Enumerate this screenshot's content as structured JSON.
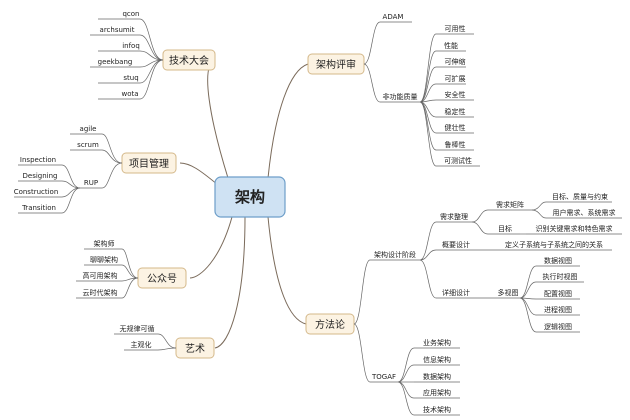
{
  "center": {
    "label": "架构"
  },
  "branches": {
    "tech_conf": {
      "label": "技术大会",
      "items": [
        "qcon",
        "archsumit",
        "infoq",
        "geekbang",
        "stuq",
        "wota"
      ]
    },
    "project": {
      "label": "项目管理",
      "agile": "agile",
      "scrum": "scrum",
      "rup": "RUP",
      "rup_items": [
        "Inspection",
        "Designing",
        "Construction",
        "Transition"
      ]
    },
    "wechat": {
      "label": "公众号",
      "items": [
        "架构师",
        "聊聊架构",
        "高可用架构",
        "云时代架构"
      ]
    },
    "art": {
      "label": "艺术",
      "items": [
        "无规律可循",
        "主观化"
      ]
    },
    "review": {
      "label": "架构评审",
      "adam": "ADAM",
      "nfq": "非功能质量",
      "nfq_items": [
        "可用性",
        "性能",
        "可伸缩",
        "可扩展",
        "安全性",
        "稳定性",
        "健壮性",
        "鲁棒性",
        "可测试性"
      ]
    },
    "method": {
      "label": "方法论",
      "design_phase": "架构设计阶段",
      "req_org": "需求整理",
      "req_matrix": "需求矩阵",
      "goal_quality": "目标、质量与约束",
      "user_sys_req": "用户需求、系统需求",
      "goal": "目标",
      "key_req": "识别关键需求和特色需求",
      "outline": "概要设计",
      "outline_desc": "定义子系统与子系统之间的关系",
      "detail": "详细设计",
      "multiview": "多视图",
      "views": [
        "数据视图",
        "执行时视图",
        "配置视图",
        "进程视图",
        "逻辑视图"
      ],
      "togaf": "TOGAF",
      "togaf_items": [
        "业务架构",
        "信息架构",
        "数据架构",
        "应用架构",
        "技术架构"
      ]
    }
  },
  "colors": {
    "center_fill": "#cfe2f3",
    "center_stroke": "#6d9ec9",
    "branch_fill": "#fcf3e3",
    "branch_stroke": "#d4b88a"
  }
}
